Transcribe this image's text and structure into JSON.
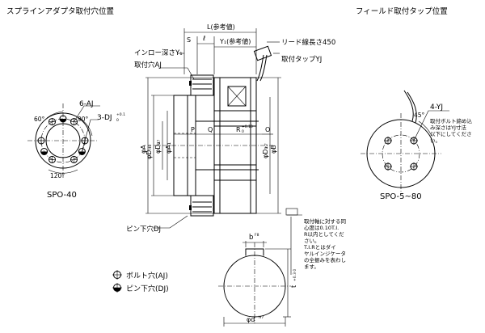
{
  "headers": {
    "spline_adapter_holes": "スプラインアダプタ取付穴位置",
    "field_tap_positions": "フィールド取付タップ位置"
  },
  "views": {
    "left_caption": "SPO-40",
    "right_caption": "SPO-5~80"
  },
  "left_view_labels": {
    "holes_aj": "6-AJ",
    "dj_prefix": "3-DJ",
    "dj_tol_upper": "+0.1",
    "dj_tol_lower": "0",
    "angle_60": "60°",
    "angle_90": "90°",
    "angle_120": "120°"
  },
  "right_view_labels": {
    "holes_yj": "4-YJ",
    "angle_45": "45°",
    "bolt_note_1": "取付ボルト締め込",
    "bolt_note_2": "み深さはYJ寸法",
    "bolt_note_3": "以下にしてくださ",
    "bolt_note_4": "い。"
  },
  "section_labels": {
    "dim_L": "L(参考値)",
    "dim_S": "S",
    "dim_l": "ℓ",
    "dim_Y1": "Y₁(参考値)",
    "lead_wire": "リード線長さ450",
    "inlow_depth": "インロー深さY₁",
    "mount_hole_aj": "取付穴AJ",
    "mount_tap_yj": "取付タップYJ",
    "dim_P": "P",
    "dim_Q": "Q",
    "dim_R": "R",
    "dim_R_tol_upper": "+0.13",
    "dim_R_tol_lower": "0",
    "dim_O": "O",
    "phi_A": "φA",
    "phi_D": "φD",
    "phi_D_fit": "H8",
    "phi_D2": "φD₂",
    "phi_D2_fit": "H7",
    "phi_A1": "φA₁",
    "phi_D1": "φD₁",
    "phi_D1_fit": "h7",
    "phi_B": "φB",
    "pin_hole_dj": "ピン下穴DJ"
  },
  "tolerance_note": {
    "lines": [
      "取付軸に対する同",
      "心度は0.10T.I.",
      "R以内としてくだ",
      "さい。",
      "T.I.Rとはダイ",
      "ヤルインジケータ",
      "の全振みを表わし",
      "ます。"
    ]
  },
  "keyway_labels": {
    "dim_b": "b",
    "dim_b_fit": "F8",
    "dim_t": "t",
    "dim_t_tol": "+0.3 0",
    "phi_d": "φd",
    "phi_d_fit": "H7"
  },
  "legend": {
    "bolt_hole": "ボルト穴(AJ)",
    "pin_hole": "ピン下穴(DJ)"
  }
}
